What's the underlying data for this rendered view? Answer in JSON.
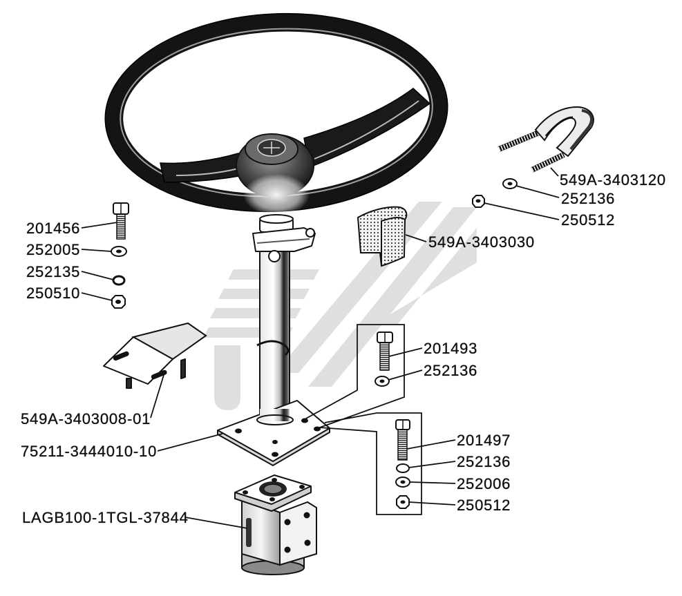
{
  "callouts": {
    "u_bolt_clamp": "549A-3403120",
    "clamp_washer": "252136",
    "clamp_nut": "250512",
    "cover": "549A-3403030",
    "left_bolt": "201456",
    "left_washer": "252005",
    "left_spring_washer": "252135",
    "left_nut": "250510",
    "center_bolt": "201493",
    "center_washer": "252136",
    "bracket": "549A-3403008-01",
    "column_plate": "75211-3444010-10",
    "right_bolt": "201497",
    "right_spring_washer": "252136",
    "right_flat_washer": "252006",
    "right_nut": "250512",
    "steering_unit": "LAGB100-1TGL-37844"
  }
}
